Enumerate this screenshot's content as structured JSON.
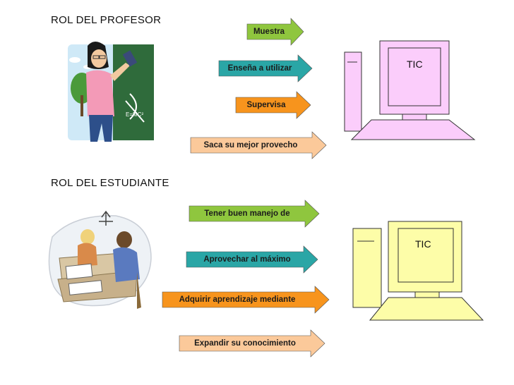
{
  "headings": {
    "profesor": "ROL DEL PROFESOR",
    "estudiante": "ROL DEL ESTUDIANTE"
  },
  "profesor_arrows": [
    {
      "label": "Muestra",
      "color": "#8fc63e"
    },
    {
      "label": "Enseña a utilizar",
      "color": "#2aa6a6"
    },
    {
      "label": "Supervisa",
      "color": "#f7941d"
    },
    {
      "label": "Saca su mejor provecho",
      "color": "#fbc99a"
    }
  ],
  "estudiante_arrows": [
    {
      "label": "Tener buen manejo de",
      "color": "#8fc63e"
    },
    {
      "label": "Aprovechar al máximo",
      "color": "#2aa6a6"
    },
    {
      "label": "Adquirir aprendizaje mediante",
      "color": "#f7941d"
    },
    {
      "label": "Expandir su conocimiento",
      "color": "#fbc99a"
    }
  ],
  "computers": {
    "profesor": {
      "label": "TIC",
      "color": "#fbcdfb"
    },
    "estudiante": {
      "label": "TIC",
      "color": "#fdfda8"
    }
  },
  "colors": {
    "text": "#111111",
    "outline": "#333333"
  }
}
